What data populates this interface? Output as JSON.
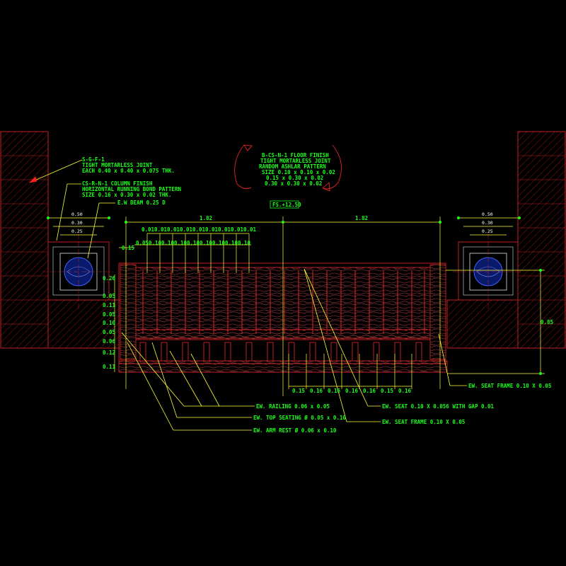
{
  "notes": {
    "wall_left_1": "S-G-F-1",
    "wall_left_2": "TIGHT MORTARLESS JOINT",
    "wall_left_3": "EACH  0.40 x 0.40 x 0.075 THK.",
    "col_1": "CS-R-N-1 COLUMN FINISH",
    "col_2": "HORIZONTAL RUNNING BOND PATTERN",
    "col_3": "SIZE 0.16 x 0.30 x 0.02 THK.",
    "beam": "E.W BEAM 0.25 D",
    "floor_1": "B-CS-N-1 FLOOR FINISH",
    "floor_2": "TIGHT MORTARLESS JOINT",
    "floor_3": "RANDOM ASHLAR PATTERN",
    "floor_4": "SIZE 0.10 x 0.10 x 0.02",
    "floor_5": "0.15 x 0.30 x 0.02",
    "floor_6": "0.30 x 0.30 x 0.02",
    "tag": "FS.+12.50",
    "callout_railing": "EW. RAILING 0.06 x 0.05",
    "callout_top_seating": "EW. TOP SEATING Ø 0.05 x 0.10",
    "callout_arm_rest": "EW. ARM REST Ø 0.06 x 0.10",
    "callout_seat": "EW. SEAT 0.10 X 0.056 WITH GAP 0.01",
    "callout_seat_frame_bottom": "EW. SEAT FRAME  0.10 X 0.05",
    "callout_seat_frame_right": "EW. SEAT FRAME  0.10 X 0.05"
  },
  "dims": {
    "span_left": "1.82",
    "span_right": "1.82",
    "left_col": [
      "0.50",
      "0.30",
      "0.25"
    ],
    "right_col": [
      "0.50",
      "0.30",
      "0.25"
    ],
    "offset": "0.15",
    "height_right": "0.85",
    "top_small": [
      "0.01",
      "0.01",
      "0.01",
      "0.01",
      "0.01",
      "0.01",
      "0.01",
      "0.01",
      "0.01"
    ],
    "top_big": [
      "0.05",
      "0.10",
      "0.10",
      "0.10",
      "0.10",
      "0.10",
      "0.10",
      "0.10",
      "0.10"
    ],
    "left_vert": [
      "0.26",
      "0.05",
      "0.11",
      "0.05",
      "0.10",
      "0.05",
      "0.06",
      "0.12",
      "0.11"
    ],
    "bottom": [
      "0.15",
      "0.16",
      "0.16",
      "0.16",
      "0.16",
      "0.15",
      "0.16"
    ]
  }
}
